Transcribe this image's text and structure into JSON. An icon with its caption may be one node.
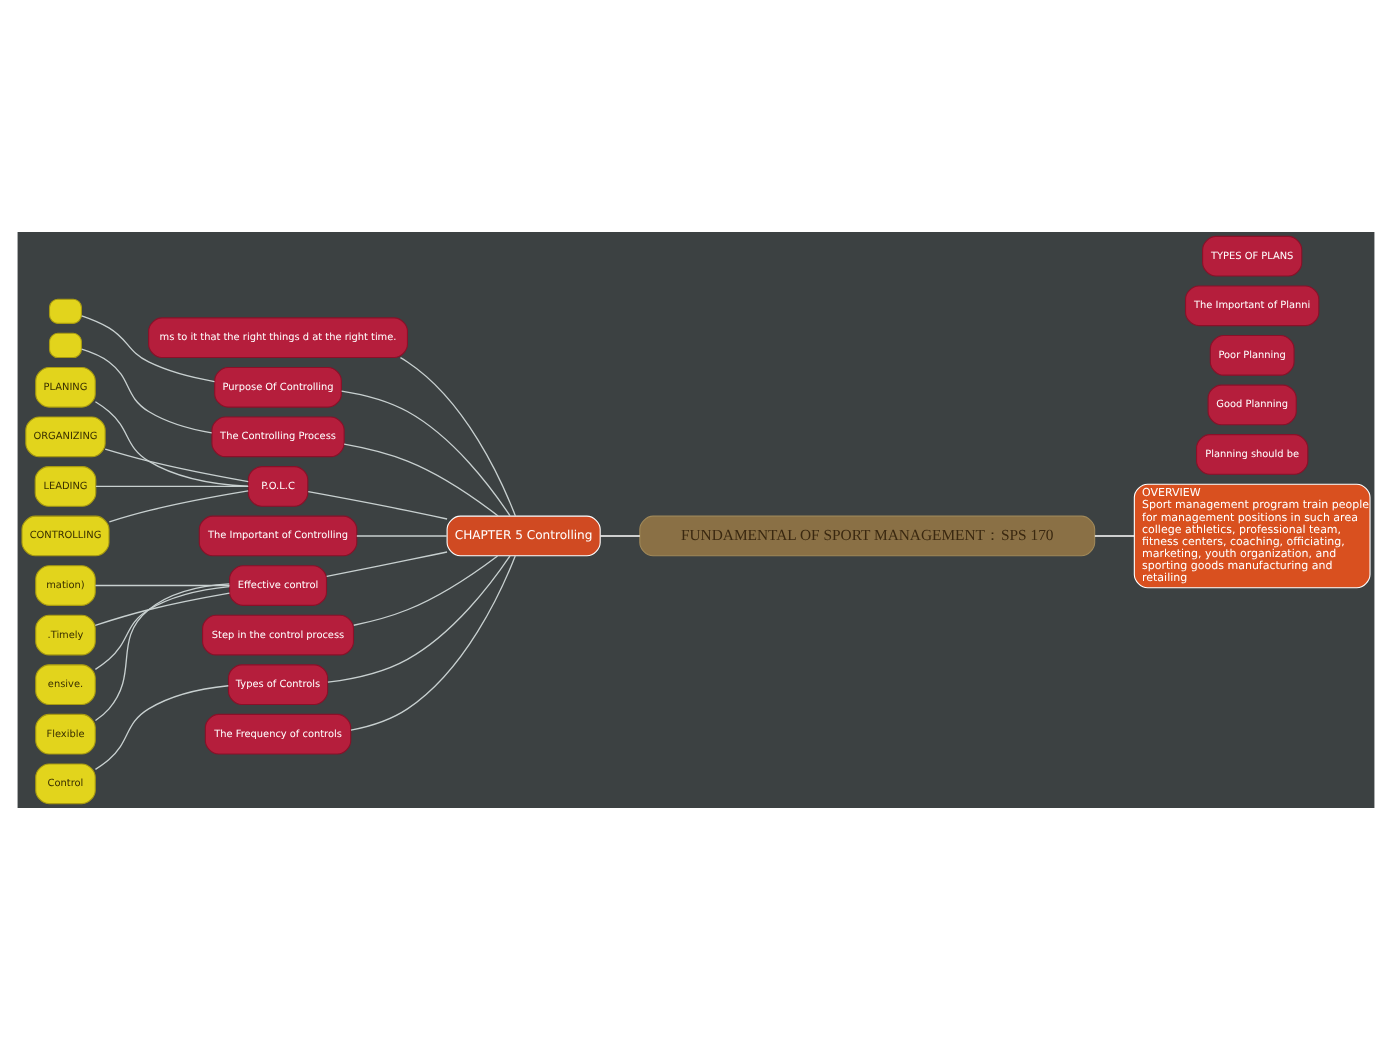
{
  "diagram": {
    "nodes": [
      {
        "text": [
          "FUNDAMENTAL OF SPORT MANAGEMENT：SPS 170"
        ]
      },
      {
        "text": [
          "OVERVIEW",
          "Sport management program train people for management positions in such area college athletics, professional team, fitness centers, coaching, officiating, marketing, youth organization, and sporting goods manufacturing and retailing"
        ]
      },
      {
        "text": [
          "CHAPTER 5 Controlling"
        ]
      },
      {
        "text": [
          "ms to it that the right things d at the right time."
        ]
      },
      {
        "text": [
          "Purpose Of Controlling"
        ]
      },
      {
        "text": [],
        "shape": "box"
      },
      {
        "text": [
          "The Controlling Process"
        ]
      },
      {
        "text": [],
        "shape": "box"
      },
      {
        "text": [
          "P.O.L.C"
        ]
      },
      {
        "text": [
          "PLANING"
        ]
      },
      {
        "text": [
          "ORGANIZING"
        ]
      },
      {
        "text": [
          "LEADING"
        ]
      },
      {
        "text": [
          "CONTROLLING"
        ]
      },
      {
        "text": [
          "The Important of Controlling"
        ]
      },
      {
        "text": [
          "Effective control"
        ]
      },
      {
        "text": [
          "mation)"
        ]
      },
      {
        "text": [
          ".Timely"
        ]
      },
      {
        "text": [
          "ensive."
        ]
      },
      {
        "text": [
          "Flexible"
        ]
      },
      {
        "text": [
          "Step in the control process"
        ]
      },
      {
        "text": [
          "Types of Controls"
        ]
      },
      {
        "text": [
          "Control"
        ]
      },
      {
        "text": [
          "The Frequency of controls"
        ]
      },
      {
        "text": [
          "Planning should be"
        ]
      },
      {
        "text": [
          "Good Planning"
        ]
      },
      {
        "text": [
          "Poor Planning"
        ]
      },
      {
        "text": [
          "The Important of Planni"
        ]
      },
      {
        "text": [
          "TYPES OF PLANS"
        ]
      }
    ],
    "edges": [
      {
        "from": 0,
        "to": 1,
        "arrow": "none"
      },
      {
        "from": 0,
        "to": 2,
        "arrow": "none"
      },
      {
        "from": 2,
        "to": 3,
        "arrow": "none"
      },
      {
        "from": 2,
        "to": 4,
        "arrow": "none"
      },
      {
        "from": 4,
        "to": 5,
        "arrow": "none"
      },
      {
        "from": 2,
        "to": 6,
        "arrow": "none"
      },
      {
        "from": 6,
        "to": 7,
        "arrow": "none"
      },
      {
        "from": 2,
        "to": 8,
        "arrow": "none"
      },
      {
        "from": 8,
        "to": 9,
        "arrow": "none"
      },
      {
        "from": 8,
        "to": 10,
        "arrow": "none"
      },
      {
        "from": 8,
        "to": 11,
        "arrow": "none"
      },
      {
        "from": 8,
        "to": 12,
        "arrow": "none"
      },
      {
        "from": 2,
        "to": 13,
        "arrow": "none"
      },
      {
        "from": 2,
        "to": 14,
        "arrow": "none"
      },
      {
        "from": 14,
        "to": 15,
        "arrow": "none"
      },
      {
        "from": 14,
        "to": 16,
        "arrow": "none"
      },
      {
        "from": 14,
        "to": 17,
        "arrow": "none"
      },
      {
        "from": 14,
        "to": 18,
        "arrow": "none"
      },
      {
        "from": 2,
        "to": 19,
        "arrow": "none"
      },
      {
        "from": 2,
        "to": 20,
        "arrow": "none"
      },
      {
        "from": 20,
        "to": 21,
        "arrow": "none"
      },
      {
        "from": 2,
        "to": 22,
        "arrow": "none"
      }
    ]
  }
}
